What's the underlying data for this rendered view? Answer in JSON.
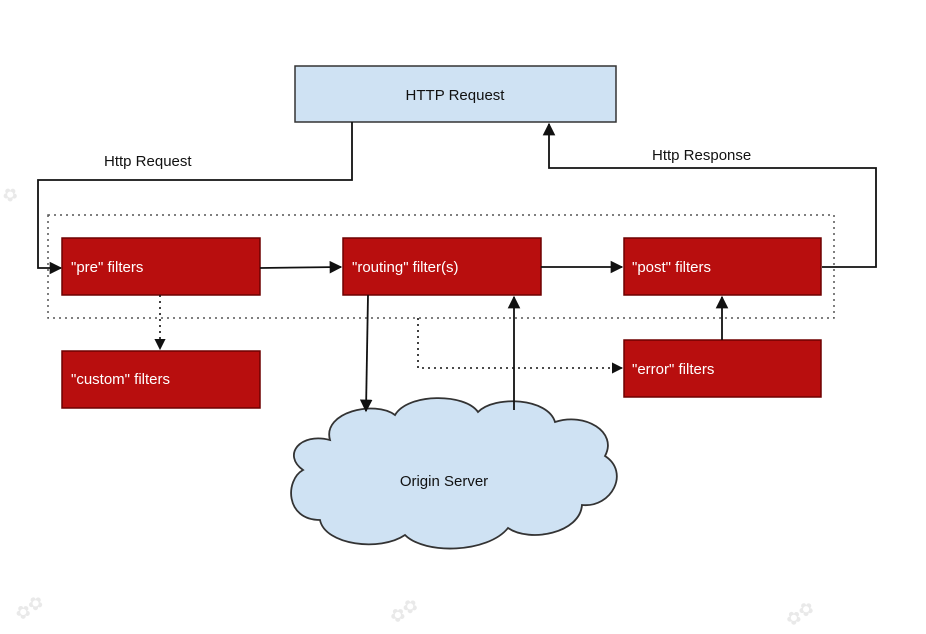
{
  "colors": {
    "request_box_fill": "#cfe2f3",
    "request_box_stroke": "#333333",
    "filter_fill": "#b80e0e",
    "filter_stroke": "#6e0000",
    "filter_text": "#ffffff",
    "cloud_fill": "#cfe2f3",
    "cloud_stroke": "#333333",
    "line": "#111111",
    "dotted_border": "#555555"
  },
  "nodes": {
    "http_request_box": "HTTP Request",
    "pre_filters": "\"pre\" filters",
    "routing_filters": "\"routing\" filter(s)",
    "post_filters": "\"post\" filters",
    "custom_filters": "\"custom\" filters",
    "error_filters": "\"error\" filters",
    "origin_server": "Origin Server"
  },
  "edge_labels": {
    "request": "Http Request",
    "response": "Http Response"
  }
}
